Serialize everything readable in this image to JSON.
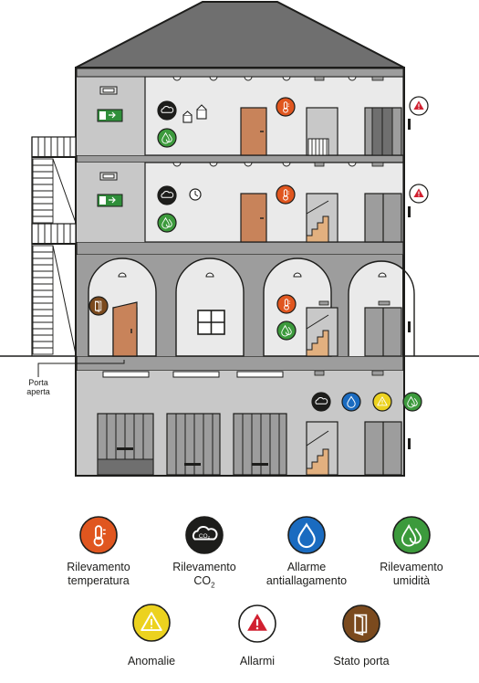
{
  "annotations": {
    "door_open_line1": "Porta",
    "door_open_line2": "aperta"
  },
  "legend": {
    "temperature": {
      "line1": "Rilevamento",
      "line2": "temperatura",
      "color": "#e0561f"
    },
    "co2": {
      "line1": "Rilevamento",
      "line2": "CO",
      "sub": "2",
      "color": "#1d1d1b"
    },
    "flood": {
      "line1": "Allarme",
      "line2": "antiallagamento",
      "color": "#1a6bc0"
    },
    "humidity": {
      "line1": "Rilevamento",
      "line2": "umidità",
      "color": "#3c9a3c"
    },
    "anomalies": {
      "line1": "Anomalie",
      "color": "#ecd21f"
    },
    "alarms": {
      "line1": "Allarmi",
      "color": "#d12030"
    },
    "door_state": {
      "line1": "Stato porta",
      "color": "#7b4a1e"
    }
  },
  "icon_badges": {
    "co2_text": "CO₂"
  },
  "colors": {
    "wall_light": "#eaeaea",
    "wall_mid": "#c8c8c8",
    "wall_dark": "#9d9d9d",
    "roof": "#6f6f6f",
    "stroke": "#1d1d1b",
    "door_wood": "#c8835a",
    "stairs_wood": "#e2b07f",
    "exit_green": "#2f8f3a"
  }
}
